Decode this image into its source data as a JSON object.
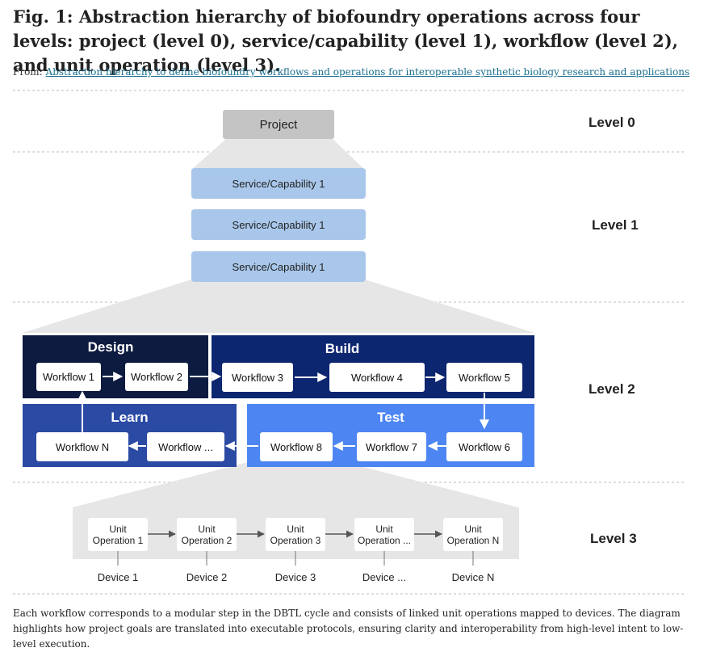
{
  "figure": {
    "title": "Fig. 1: Abstraction hierarchy of biofoundry operations across four levels: project (level 0), service/capability (level 1), workflow (level 2), and unit operation (level 3).",
    "from_label": "From:",
    "from_link": "Abstraction hierarchy to define biofoundry workflows and operations for interoperable synthetic biology research and applications",
    "caption": "Each workflow corresponds to a modular step in the DBTL cycle and consists of linked unit operations mapped to devices. The diagram highlights how project goals are translated into executable protocols, ensuring clarity and interoperability from high-level intent to low-level execution."
  },
  "levels": [
    "Level 0",
    "Level 1",
    "Level 2",
    "Level 3"
  ],
  "project": "Project",
  "services": [
    "Service/Capability 1",
    "Service/Capability 1",
    "Service/Capability 1"
  ],
  "phases": {
    "design": "Design",
    "build": "Build",
    "learn": "Learn",
    "test": "Test"
  },
  "workflows": {
    "wf1": "Workflow 1",
    "wf2": "Workflow 2",
    "wf3": "Workflow 3",
    "wf4": "Workflow 4",
    "wf5": "Workflow 5",
    "wf6": "Workflow 6",
    "wf7": "Workflow 7",
    "wf8": "Workflow 8",
    "wfdots": "Workflow ...",
    "wfn": "Workflow N"
  },
  "unit_operations": [
    {
      "line1": "Unit",
      "line2": "Operation 1",
      "device": "Device 1"
    },
    {
      "line1": "Unit",
      "line2": "Operation 2",
      "device": "Device 2"
    },
    {
      "line1": "Unit",
      "line2": "Operation 3",
      "device": "Device 3"
    },
    {
      "line1": "Unit",
      "line2": "Operation ...",
      "device": "Device ..."
    },
    {
      "line1": "Unit",
      "line2": "Operation N",
      "device": "Device N"
    }
  ],
  "colors": {
    "design": "#0d1b40",
    "build": "#0d2670",
    "learn": "#2b4aa3",
    "test": "#4d86f2",
    "service": "#a8c7ea",
    "project": "#c4c4c4",
    "fan": "#e6e6e6"
  }
}
